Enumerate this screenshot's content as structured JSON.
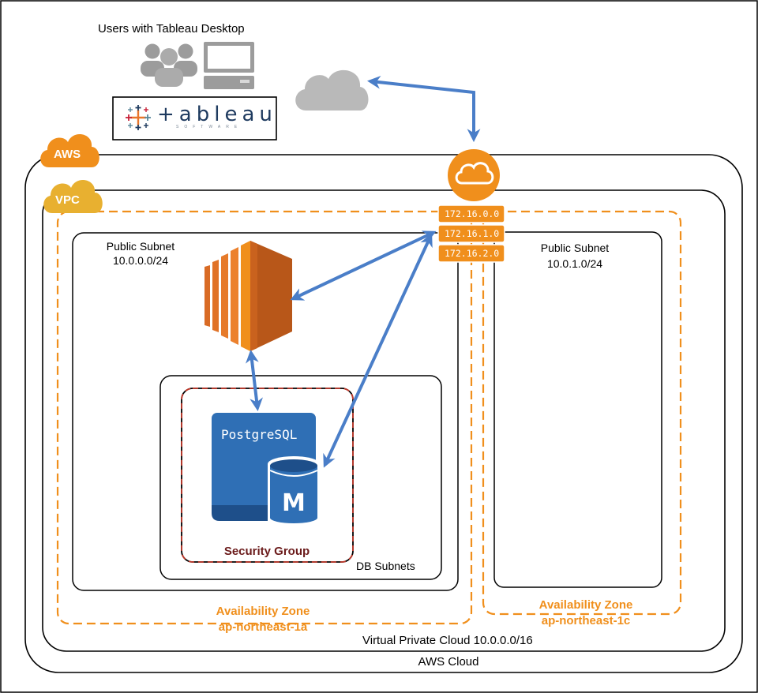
{
  "title": "Users with Tableau Desktop",
  "logo": {
    "wordmark": "+ableau",
    "subtitle": "SOFTWARE",
    "colors": [
      "#e8762b",
      "#1e3a5f",
      "#c72037",
      "#5b879b",
      "#59879b"
    ]
  },
  "badges": {
    "aws": "AWS",
    "vpc": "VPC"
  },
  "route_table": [
    "172.16.0.0",
    "172.16.1.0",
    "172.16.2.0"
  ],
  "subnets": {
    "public_a": {
      "name": "Public Subnet",
      "cidr": "10.0.0.0/24"
    },
    "public_c": {
      "name": "Public Subnet",
      "cidr": "10.0.1.0/24"
    },
    "db": {
      "name": "DB Subnets"
    }
  },
  "database": {
    "engine": "PostgreSQL",
    "letter": "M",
    "security_group": "Security Group"
  },
  "zones": {
    "a": {
      "label": "Availability Zone",
      "name": "ap-northeast-1a"
    },
    "c": {
      "label": "Availability Zone",
      "name": "ap-northeast-1c"
    }
  },
  "vpc_label": "Virtual Private Cloud 10.0.0.0/16",
  "cloud_label": "AWS Cloud",
  "colors": {
    "aws_orange": "#f08f1c",
    "vpc_gold": "#e8b030",
    "ec2_orange": "#e8782a",
    "rds_blue": "#2f6fb5",
    "arrow_blue": "#4a7ec8",
    "sg_red": "#b81d1d"
  },
  "icons": [
    "users-icon",
    "desktop-computer-icon",
    "internet-cloud-icon",
    "internet-gateway-icon",
    "ec2-instance-icon",
    "rds-database-icon"
  ]
}
